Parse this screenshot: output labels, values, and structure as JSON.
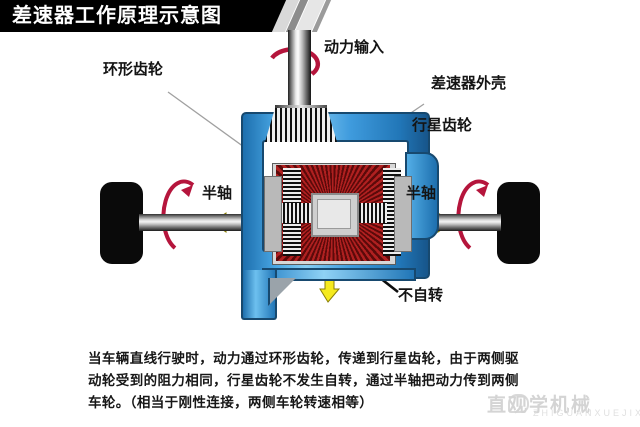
{
  "banner": {
    "title": "差速器工作原理示意图"
  },
  "labels": {
    "ring_gear": "环形齿轮",
    "power_input": "动力输入",
    "diff_case": "差速器外壳",
    "planet_gear": "行星齿轮",
    "half_shaft_left": "半轴",
    "half_shaft_right": "半轴",
    "no_rotation": "不自转"
  },
  "caption": {
    "line1": "当车辆直线行驶时，动力通过环形齿轮，传递到行星齿轮，由于两侧驱",
    "line2": "动轮受到的阻力相同，行星齿轮不发生自转，通过半轴把动力传到两侧",
    "line3": "车轮。（相当于刚性连接，两侧车轮转速相等）"
  },
  "watermark": {
    "text": "直观学机械",
    "sub": "ZHIGUANXUEJIXIE"
  },
  "colors": {
    "banner_bg": "#000000",
    "housing_blue": "#2f8fd8",
    "housing_outline": "#17496f",
    "gear_red": "#7e0f0f",
    "arrow_yellow": "#f5ea1e",
    "rotation_red": "#b5153c",
    "leader_gray": "#9a9a9a",
    "background": "#ffffff"
  }
}
